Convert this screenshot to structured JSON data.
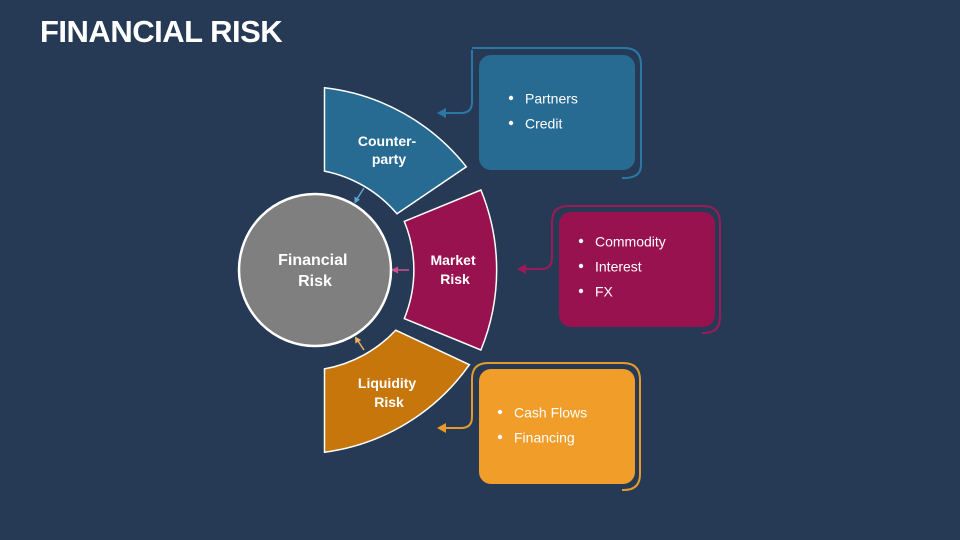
{
  "title": "FINANCIAL RISK",
  "center": {
    "line1": "Financial",
    "line2": "Risk",
    "color": "#7f7f7f"
  },
  "segments": [
    {
      "id": "counterparty",
      "line1": "Counter-",
      "line2": "party",
      "color": "#276b93",
      "items": [
        "Partners",
        "Credit"
      ]
    },
    {
      "id": "market",
      "line1": "Market",
      "line2": "Risk",
      "color": "#98124f",
      "items": [
        "Commodity",
        "Interest",
        "FX"
      ]
    },
    {
      "id": "liquidity",
      "line1": "Liquidity",
      "line2": "Risk",
      "color": "#c6760b",
      "items": [
        "Cash Flows",
        "Financing"
      ],
      "box_color": "#f09d2a"
    }
  ],
  "colors": {
    "background": "#263a55",
    "blue_outline": "#2b77a8",
    "magenta_outline": "#9c1a57",
    "orange_outline": "#e59a2a"
  }
}
